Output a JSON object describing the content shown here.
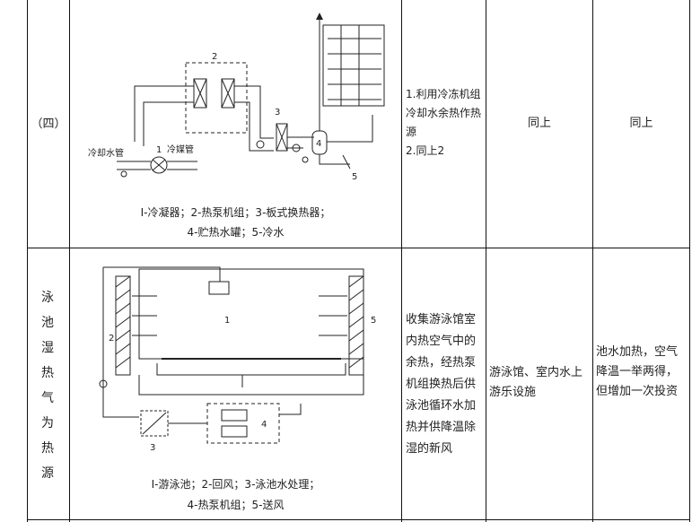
{
  "rows": [
    {
      "label": "（四）",
      "caption_line1": "Ⅰ-冷凝器；2-热泵机组；3-板式换热器；",
      "caption_line2": "4-贮热水罐；5-冷水",
      "diagram_labels": {
        "cooling_pipe": "冷却水管",
        "refrigerant_pipe": "冷媒管",
        "n1": "1",
        "n2": "2",
        "n3": "3",
        "n4": "4",
        "n5": "5"
      },
      "description": "1.利用冷冻机组冷却水余热作热源\n2.同上2",
      "application": "同上",
      "remark": "同上"
    },
    {
      "label_chars": [
        "泳",
        "池",
        "湿",
        "热",
        "气",
        "为",
        "热",
        "源"
      ],
      "caption_line1": "Ⅰ-游泳池；2-回风；3-泳池水处理；",
      "caption_line2": "4-热泵机组；5-送风",
      "diagram_labels": {
        "n1": "1",
        "n2": "2",
        "n3": "3",
        "n4": "4",
        "n5": "5"
      },
      "description": "收集游泳馆室内热空气中的余热，经热泵机组换热后供泳池循环水加热并供降温除湿的新风",
      "application": "游泳馆、室内水上游乐设施",
      "remark": "池水加热，空气降温一举两得，但增加一次投资"
    }
  ]
}
